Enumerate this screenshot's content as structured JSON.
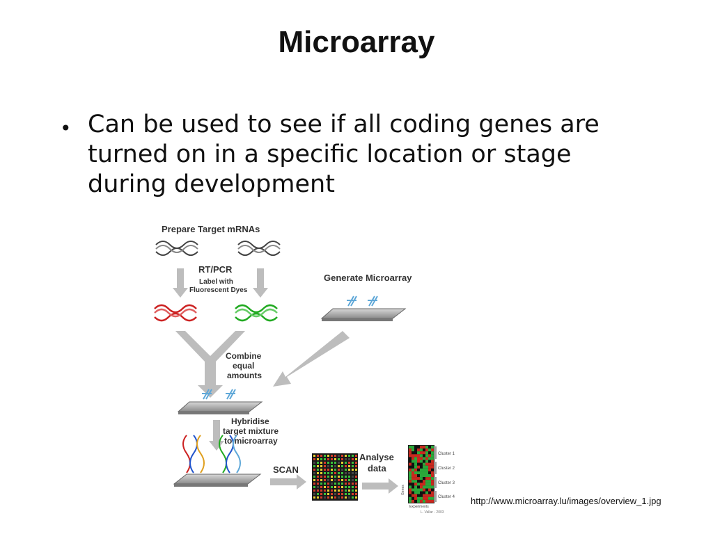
{
  "slide": {
    "title": "Microarray",
    "bullet": "Can be used to see if all coding genes are turned on in a specific location or stage during development",
    "source_url": "http://www.microarray.lu/images/overview_1.jpg"
  },
  "diagram": {
    "step_prepare": "Prepare Target mRNAs",
    "step_rtpcr": "RT/PCR",
    "step_label_line1": "Label with",
    "step_label_line2": "Fluorescent Dyes",
    "step_generate": "Generate Microarray",
    "step_combine_line1": "Combine",
    "step_combine_line2": "equal",
    "step_combine_line3": "amounts",
    "step_hybridise_line1": "Hybridise",
    "step_hybridise_line2": "target mixture",
    "step_hybridise_line3": "to microarray",
    "step_scan": "SCAN",
    "step_analyse_line1": "Analyse",
    "step_analyse_line2": "data",
    "cluster_1": "Cluster 1",
    "cluster_2": "Cluster 2",
    "cluster_3": "Cluster 3",
    "cluster_4": "Cluster 4",
    "axis_genes": "Genes",
    "axis_experiments": "Experiments",
    "credit": "L. Vallar - 2003",
    "colors": {
      "red_dye": "#cc2222",
      "green_dye": "#22aa22",
      "probe_blue": "#5fa8d8",
      "arrow_gray": "#bdbdbd"
    }
  }
}
